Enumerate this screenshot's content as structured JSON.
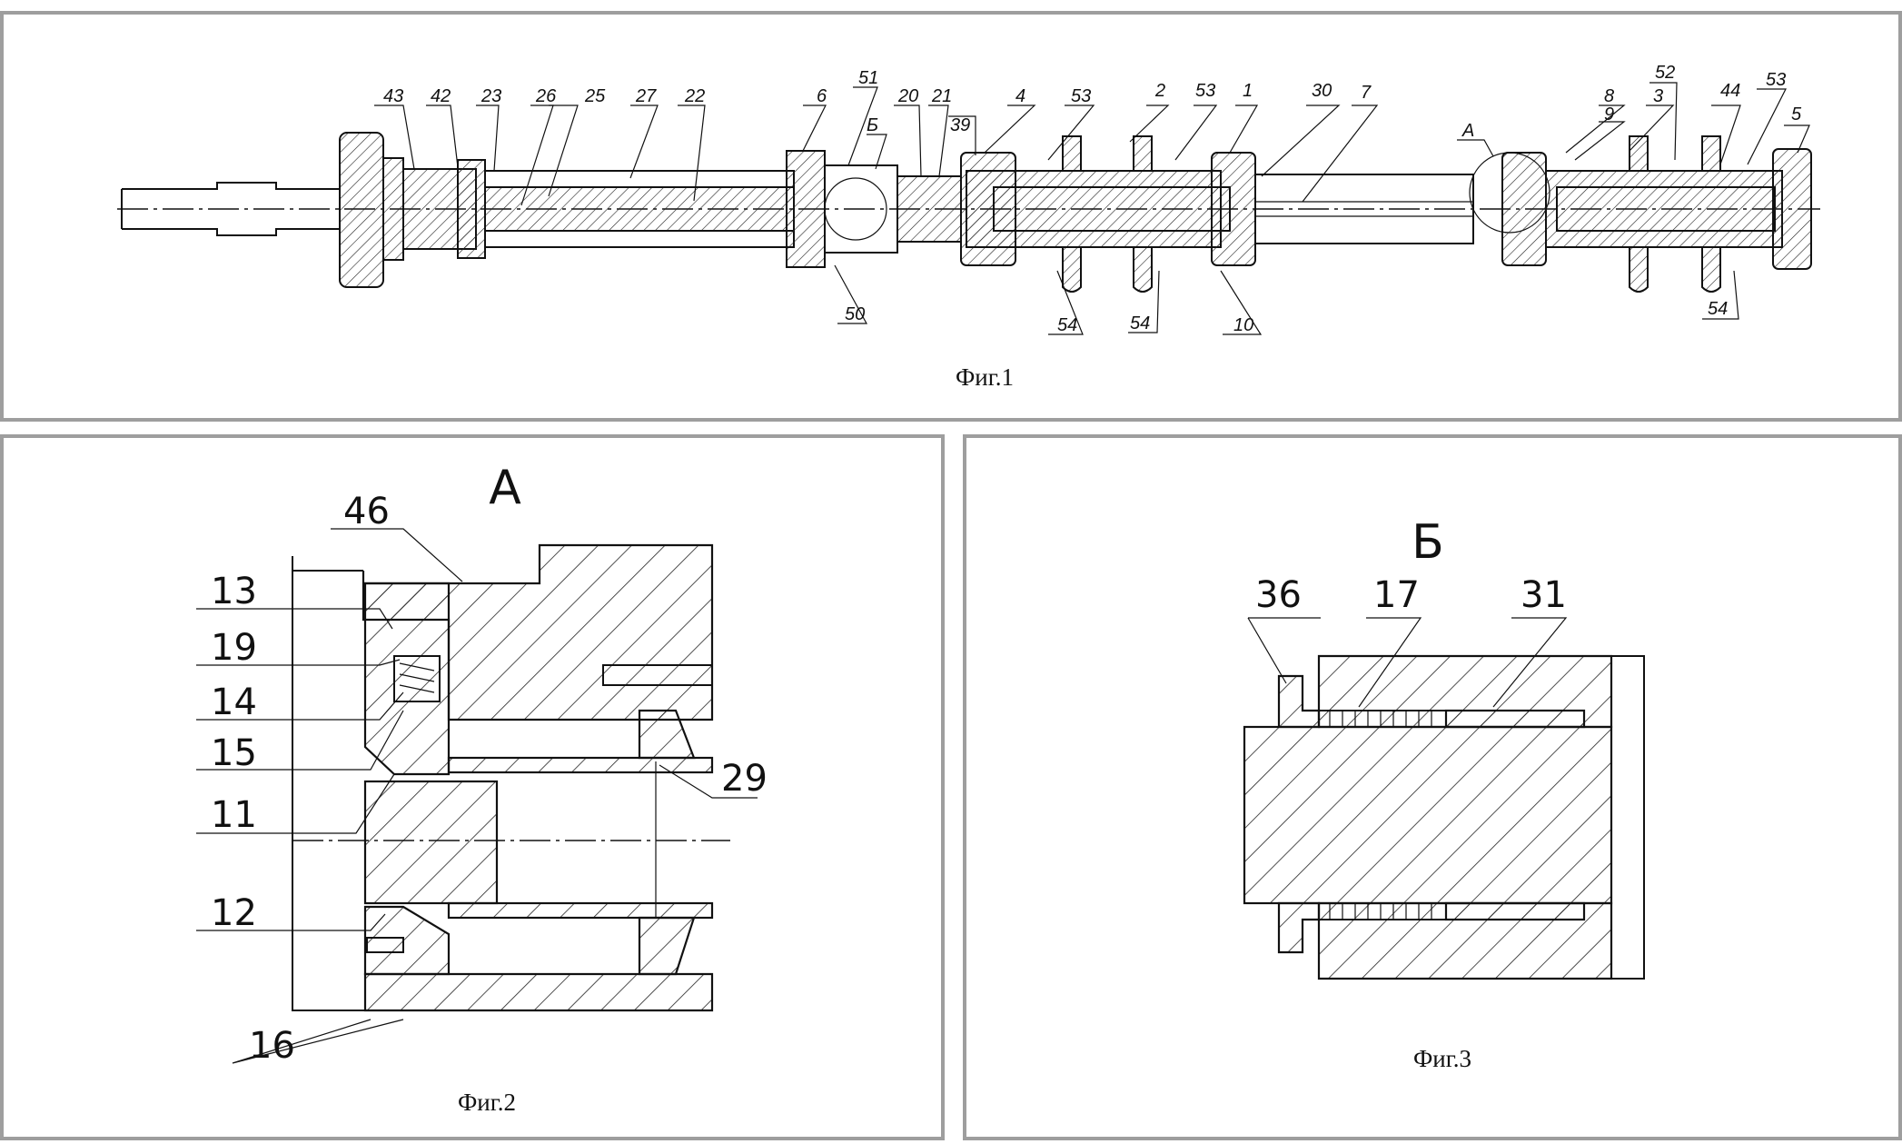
{
  "figures": {
    "fig1": {
      "caption": "Фиг.1",
      "labels": [
        "43",
        "42",
        "23",
        "26",
        "25",
        "27",
        "22",
        "6",
        "51",
        "Б",
        "20",
        "21",
        "39",
        "4",
        "53",
        "2",
        "53",
        "1",
        "30",
        "7",
        "А",
        "8",
        "9",
        "3",
        "52",
        "44",
        "53",
        "5",
        "50",
        "54",
        "54",
        "10",
        "54"
      ]
    },
    "fig2": {
      "caption": "Фиг.2",
      "view_title": "А",
      "labels": [
        "46",
        "13",
        "19",
        "14",
        "15",
        "11",
        "12",
        "16",
        "29"
      ]
    },
    "fig3": {
      "caption": "Фиг.3",
      "view_title": "Б",
      "labels": [
        "36",
        "17",
        "31"
      ]
    }
  }
}
